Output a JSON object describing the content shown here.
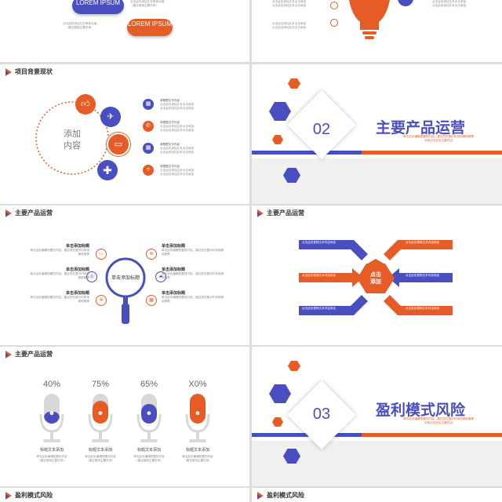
{
  "colors": {
    "orange": "#e65c27",
    "blue": "#4a4fbf",
    "gray": "#d8d8d8"
  },
  "s1": {
    "pill1": "LOREM IPSUM",
    "pill2": "LOREM IPSUM",
    "text1a": "点击此处添加文字修饰点缀",
    "text1b": "（建议使用主题字体）",
    "text2a": "点击此处添加文字修饰点缀",
    "text2b": "（建议使用主题字体）"
  },
  "s2": {
    "t1": "点击此处添加文本点击添加",
    "t2": "点击此处添加文本点击添加",
    "t3": "点击此处添加文本点击添加",
    "t4": "点击此处添加文本点击添加"
  },
  "s3": {
    "title": "项目背景现状",
    "center_line1": "添加",
    "center_line2": "内容",
    "items": [
      {
        "h": "请根据文字内容",
        "d1": "点击此处添加文本点击添加",
        "d2": "点击此处添加文本点击添加"
      },
      {
        "h": "请根据文字内容",
        "d1": "点击此处添加文本点击添加",
        "d2": "点击此处添加文本点击添加"
      },
      {
        "h": "请根据文字内容",
        "d1": "点击此处添加文本点击添加",
        "d2": "点击此处添加文本点击添加"
      },
      {
        "h": "请根据文字内容",
        "d1": "点击此处添加文本点击添加",
        "d2": "点击此处添加文本点击添加"
      }
    ]
  },
  "s4": {
    "number": "02",
    "title": "主要产品运营",
    "sub1": "单击此处编辑您要的内容，建议您在展示时采用微软雅黑",
    "sub2": "字体点击此处主要内容"
  },
  "s5": {
    "title": "主要产品运营",
    "center": "单击添加标题",
    "left": [
      {
        "h": "单击添加标题",
        "d": "单击此处编辑您要的内容，建议您在展示时采用微软雅黑"
      },
      {
        "h": "单击添加标题",
        "d": "单击此处编辑您要的内容，建议您在展示时采用微软雅黑"
      },
      {
        "h": "单击添加标题",
        "d": "单击此处编辑您要的内容，建议您在展示时采用微软雅黑"
      }
    ],
    "right": [
      {
        "h": "单击添加标题",
        "d": "单击此处编辑您要的内容，建议您在展示时采用微软雅黑"
      },
      {
        "h": "单击添加标题",
        "d": "单击此处编辑您要的内容，建议您在展示时采用微软雅黑"
      },
      {
        "h": "单击添加标题",
        "d": "单击此处编辑您要的内容，建议您在展示时采用微软雅黑"
      }
    ]
  },
  "s6": {
    "title": "主要产品运营",
    "center1": "点击",
    "center2": "添加",
    "arrows": [
      "点击此处更换文本内容添加",
      "点击此处更换文本内容添加",
      "点击此处更换文本内容添加",
      "点击此处更换文本内容添加",
      "点击此处更换文本内容添加",
      "点击此处更换文本内容添加"
    ]
  },
  "s7": {
    "title": "主要产品运营",
    "mics": [
      {
        "percent": "40%",
        "fill": 0.4,
        "label": "标题文本添加",
        "desc1": "单击此处编辑您要的内容",
        "desc2": "（建议使用主题字体）"
      },
      {
        "percent": "75%",
        "fill": 0.75,
        "label": "标题文本添加",
        "desc1": "单击此处编辑您要的内容",
        "desc2": "（建议使用主题字体）"
      },
      {
        "percent": "65%",
        "fill": 0.65,
        "label": "标题文本添加",
        "desc1": "单击此处编辑您要的内容",
        "desc2": "（建议使用主题字体）"
      },
      {
        "percent": "X0%",
        "fill": 1,
        "label": "标题文本添加",
        "desc1": "单击此处编辑您要的内容",
        "desc2": "（建议使用主题字体）"
      }
    ]
  },
  "s8": {
    "number": "03",
    "title": "盈利模式风险",
    "sub1": "单击此处编辑您要的内容，建议您在展示时采用微软雅黑",
    "sub2": "字体点击此处主要内容"
  },
  "s9": {
    "title": "盈利模式风险"
  },
  "s10": {
    "title": "盈利模式风险"
  }
}
